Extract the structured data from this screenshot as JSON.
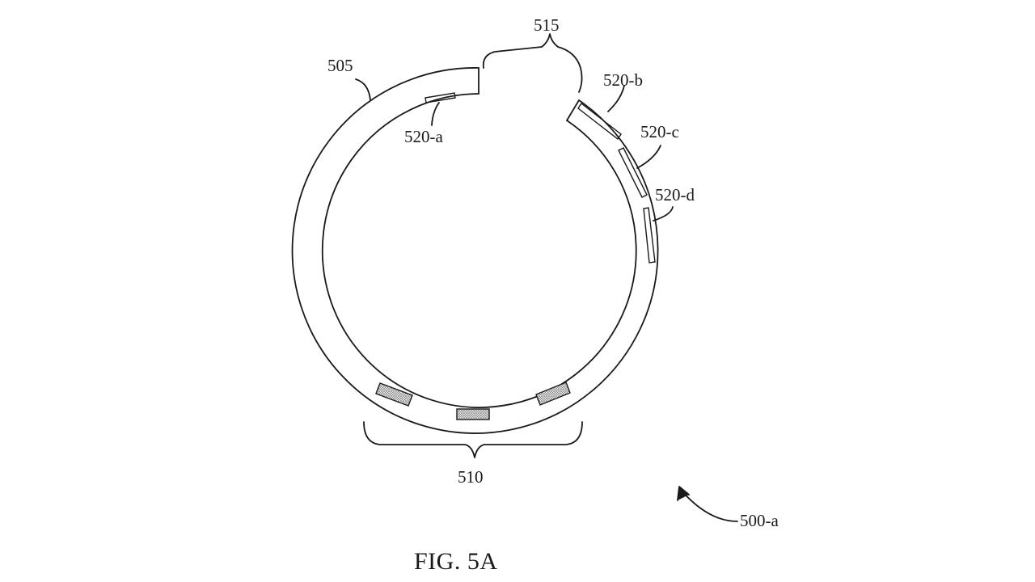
{
  "figure": {
    "caption": "FIG. 5A"
  },
  "labels": {
    "ring": "505",
    "bottom_region": "510",
    "gap": "515",
    "sensor_a": "520-a",
    "sensor_b": "520-b",
    "sensor_c": "520-c",
    "sensor_d": "520-d",
    "device": "500-a"
  },
  "colors": {
    "ink": "#1a1a1a",
    "background": "#ffffff",
    "dotted_pad_fill": "#cfcfcf"
  }
}
